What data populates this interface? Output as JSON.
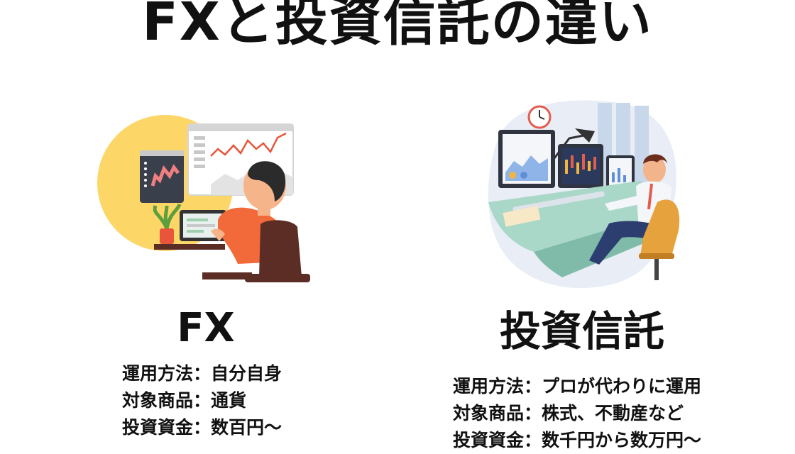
{
  "title": "FXと投資信託の違い",
  "columns": [
    {
      "heading": "FX",
      "rows": [
        {
          "label": "運用方法",
          "sep": "：",
          "value": "自分自身"
        },
        {
          "label": "対象商品",
          "sep": "：",
          "value": "通貨"
        },
        {
          "label": "投資資金",
          "sep": "：",
          "value": "数百円〜"
        }
      ],
      "illustration": "trader-at-laptop-illustration"
    },
    {
      "heading": "投資信託",
      "rows": [
        {
          "label": "運用方法",
          "sep": "：",
          "value": "プロが代わりに運用"
        },
        {
          "label": "対象商品",
          "sep": "：",
          "value": "株式、不動産など"
        },
        {
          "label": "投資資金",
          "sep": "：",
          "value": "数千円から数万円〜"
        }
      ],
      "illustration": "professional-at-monitors-illustration"
    }
  ],
  "colors": {
    "accent_yellow": "#FCD667",
    "shirt_orange": "#F26A3A",
    "desk_green": "#A9D7C8",
    "text": "#111111"
  }
}
